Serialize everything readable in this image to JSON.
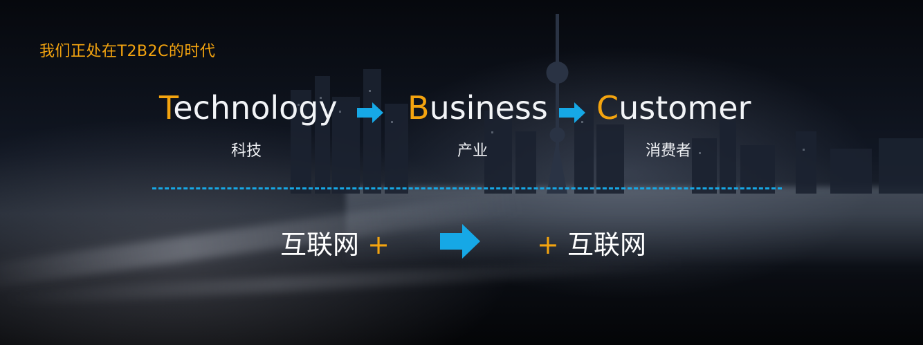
{
  "slide": {
    "header": "我们正处在T2B2C的时代",
    "words": [
      {
        "initial": "T",
        "rest": "echnology",
        "cn": "科技"
      },
      {
        "initial": "B",
        "rest": "usiness",
        "cn": "产业"
      },
      {
        "initial": "C",
        "rest": "ustomer",
        "cn": "消费者"
      }
    ],
    "bottom": {
      "left_text": "互联网",
      "left_plus": "+",
      "right_plus": "+",
      "right_text": "互联网"
    }
  },
  "colors": {
    "accent_orange": "#f4a40f",
    "accent_blue": "#16a8e6",
    "text_white": "#ffffff"
  },
  "icons": [
    "arrow-right-icon",
    "arrow-right-icon",
    "big-arrow-right-icon"
  ]
}
